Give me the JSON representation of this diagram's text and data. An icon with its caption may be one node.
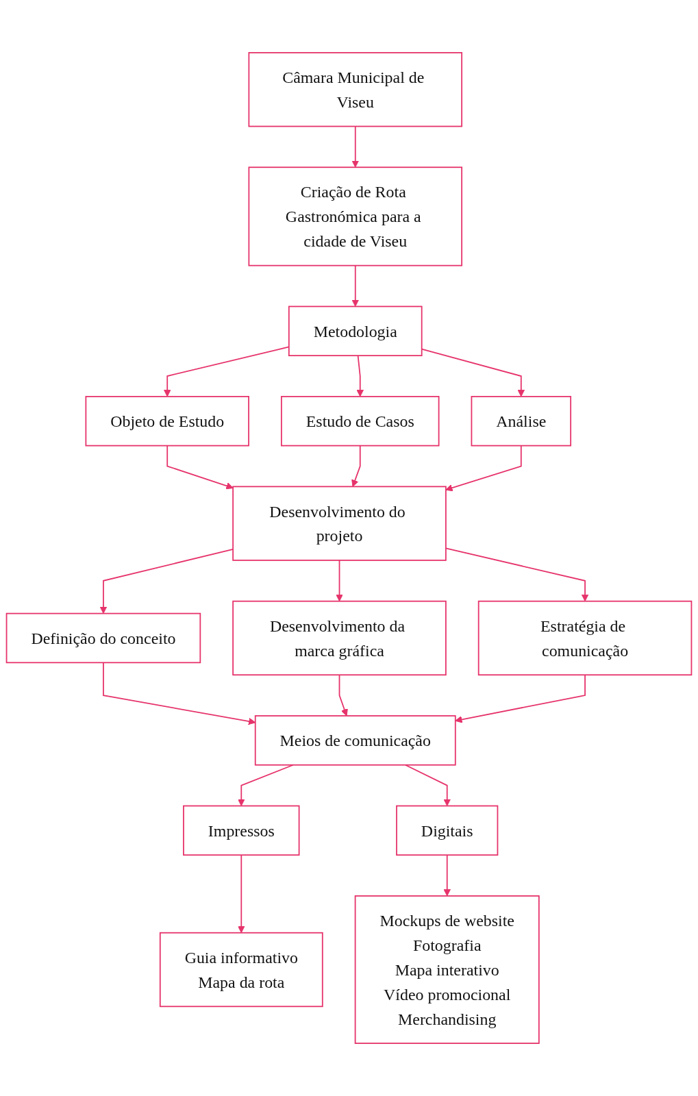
{
  "diagram": {
    "nodes": [
      {
        "text": [
          "Câmara Municipal de Viseu"
        ]
      },
      {
        "text": [
          "Criação de Rota Gastronómica para a cidade de Viseu"
        ]
      },
      {
        "text": [
          "Metodologia"
        ]
      },
      {
        "text": [
          "Objeto de Estudo"
        ]
      },
      {
        "text": [
          "Estudo de Casos"
        ]
      },
      {
        "text": [
          "Análise"
        ]
      },
      {
        "text": [
          "Desenvolvimento do projeto"
        ]
      },
      {
        "text": [
          "Definição do conceito"
        ]
      },
      {
        "text": [
          "Desenvolvimento da marca gráfica"
        ]
      },
      {
        "text": [
          "Estratégia de comunicação"
        ]
      },
      {
        "text": [
          "Meios de comunicação"
        ]
      },
      {
        "text": [
          "Impressos"
        ]
      },
      {
        "text": [
          "Digitais"
        ]
      },
      {
        "text": [
          "Guia informativo",
          "Mapa da rota"
        ]
      },
      {
        "text": [
          "Mockups de website",
          "Fotografia",
          "Mapa interativo",
          "Vídeo promocional",
          "Merchandising"
        ]
      }
    ],
    "edges": [
      {
        "from": 0,
        "to": 1,
        "arrow": "to"
      },
      {
        "from": 1,
        "to": 2,
        "arrow": "to"
      },
      {
        "from": 2,
        "to": 3,
        "arrow": "to"
      },
      {
        "from": 2,
        "to": 4,
        "arrow": "to"
      },
      {
        "from": 2,
        "to": 5,
        "arrow": "to"
      },
      {
        "from": 3,
        "to": 6,
        "arrow": "to"
      },
      {
        "from": 4,
        "to": 6,
        "arrow": "to"
      },
      {
        "from": 5,
        "to": 6,
        "arrow": "to"
      },
      {
        "from": 6,
        "to": 7,
        "arrow": "to"
      },
      {
        "from": 6,
        "to": 8,
        "arrow": "to"
      },
      {
        "from": 6,
        "to": 9,
        "arrow": "to"
      },
      {
        "from": 7,
        "to": 10,
        "arrow": "to"
      },
      {
        "from": 8,
        "to": 10,
        "arrow": "to"
      },
      {
        "from": 9,
        "to": 10,
        "arrow": "to"
      },
      {
        "from": 10,
        "to": 11,
        "arrow": "to"
      },
      {
        "from": 10,
        "to": 12,
        "arrow": "to"
      },
      {
        "from": 11,
        "to": 13,
        "arrow": "to"
      },
      {
        "from": 12,
        "to": 14,
        "arrow": "to"
      }
    ]
  }
}
